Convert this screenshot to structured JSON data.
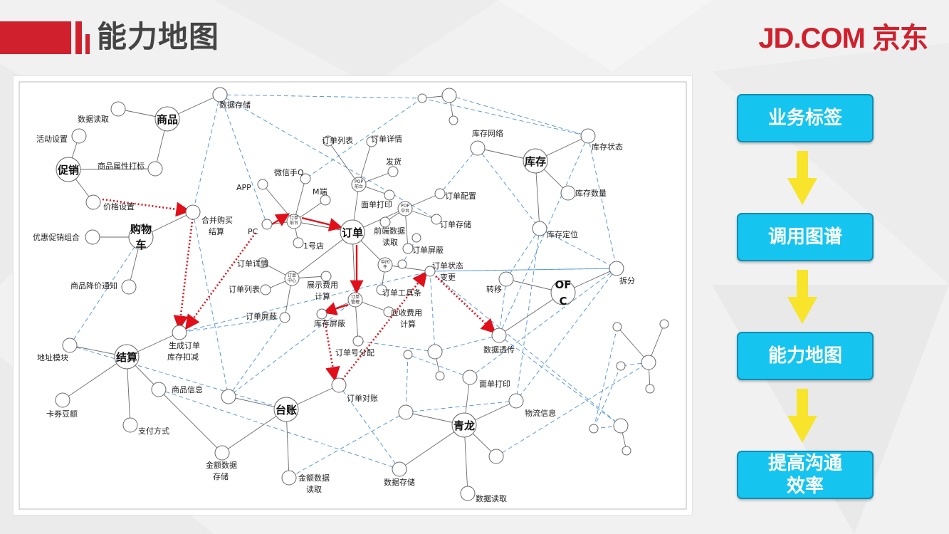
{
  "header": {
    "title": "能力地图",
    "logo": "JD.COM 京东"
  },
  "flow": {
    "steps": [
      "业务标签",
      "调用图谱",
      "能力地图",
      "提高沟通\n效率"
    ],
    "colors": {
      "box": "#16c4f0",
      "border": "#0d8fb5",
      "arrow": "#f7e42b"
    }
  },
  "map": {
    "hubs": {
      "promo": "促销",
      "goods": "商品",
      "cart1": "购物",
      "cart2": "车",
      "settle": "结算",
      "order": "订单",
      "stock": "库存",
      "ofc1": "OF",
      "ofc2": "C",
      "ledger": "台账",
      "qinglong": "青龙"
    },
    "labels": {
      "data_read_1": "数据读取",
      "activity_setting": "活动设置",
      "goods_attr_tag": "商品属性打标",
      "price_setting": "价格设置",
      "data_store_1": "数据存储",
      "promo_combo": "优惠促销组合",
      "goods_price_notice": "商品降价通知",
      "address_module": "地址模块",
      "card_beans": "卡券豆额",
      "pay_method": "支付方式",
      "goods_info": "商品信息",
      "merge_buy": "合并购买",
      "merge_settle": "结算",
      "gen_order": "生成订单",
      "stock_deduct": "库存扣减",
      "app": "APP",
      "wechat_q": "微信手Q",
      "m_site": "M端",
      "pc": "PC",
      "shop_1": "1号店",
      "order_list_1": "订单列表",
      "order_detail_1": "订单详情",
      "ship": "发货",
      "bill_print_1": "面单打印",
      "front_data_1": "前端数据",
      "front_data_2": "读取",
      "order_shield_1": "订单屏蔽",
      "order_config": "订单配置",
      "order_store": "订单存储",
      "order_detail_2": "订单详情",
      "order_list_2": "订单列表",
      "order_shield_2": "订单屏蔽",
      "show_fee_1": "展示费用",
      "show_fee_2": "计算",
      "order_tool": "订单工具条",
      "stock_shield": "库存屏蔽",
      "receivable_1": "应收费用",
      "receivable_2": "计算",
      "order_split": "订单号分配",
      "order_status_1": "订单状态",
      "order_status_2": "变更",
      "order_reconcile": "订单对账",
      "stock_network": "库存网络",
      "stock_status": "库存状态",
      "stock_qty": "库存数量",
      "stock_locate": "库存定位",
      "transfer": "转移",
      "split": "拆分",
      "data_trans": "数据透传",
      "bill_print_2": "面单打印",
      "logistics_info": "物流信息",
      "amount_store_1": "金额数据",
      "amount_store_2": "存储",
      "amount_read_1": "金额数据",
      "amount_read_2": "读取",
      "data_store_2": "数据存储",
      "data_read_2": "数据读取",
      "pop_front": "POP\n前台",
      "pop_mid": "POP\n中台",
      "order_front": "订单\n前台",
      "order_center": "订单\n中心",
      "mid_plat": "中间\n件",
      "order_mgmt": "订单\n管理"
    }
  }
}
